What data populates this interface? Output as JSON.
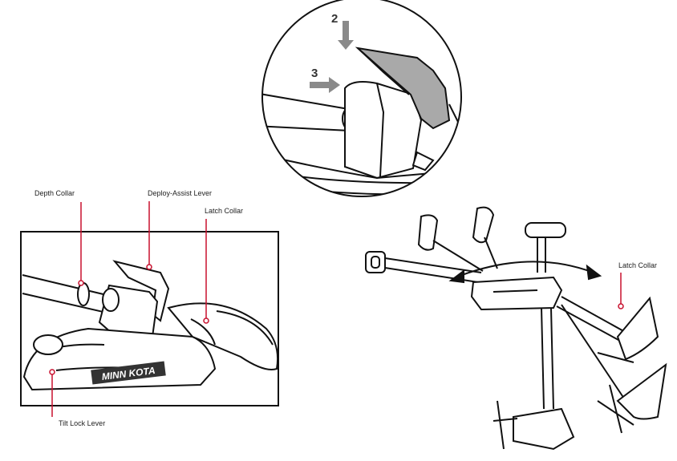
{
  "labels": {
    "depth_collar": "Depth Collar",
    "deploy_assist_lever": "Deploy-Assist Lever",
    "latch_collar_left": "Latch Collar",
    "latch_collar_right": "Latch Collar",
    "tilt_lock_lever": "Tilt Lock Lever"
  },
  "steps": {
    "step2": "2",
    "step3": "3"
  },
  "branding": {
    "logo_text": "MINN KOTA"
  },
  "colors": {
    "callout": "#c8102e",
    "arrow_grey": "#8a8a8a",
    "lever_grey": "#a9a9a9",
    "line": "#111111"
  }
}
